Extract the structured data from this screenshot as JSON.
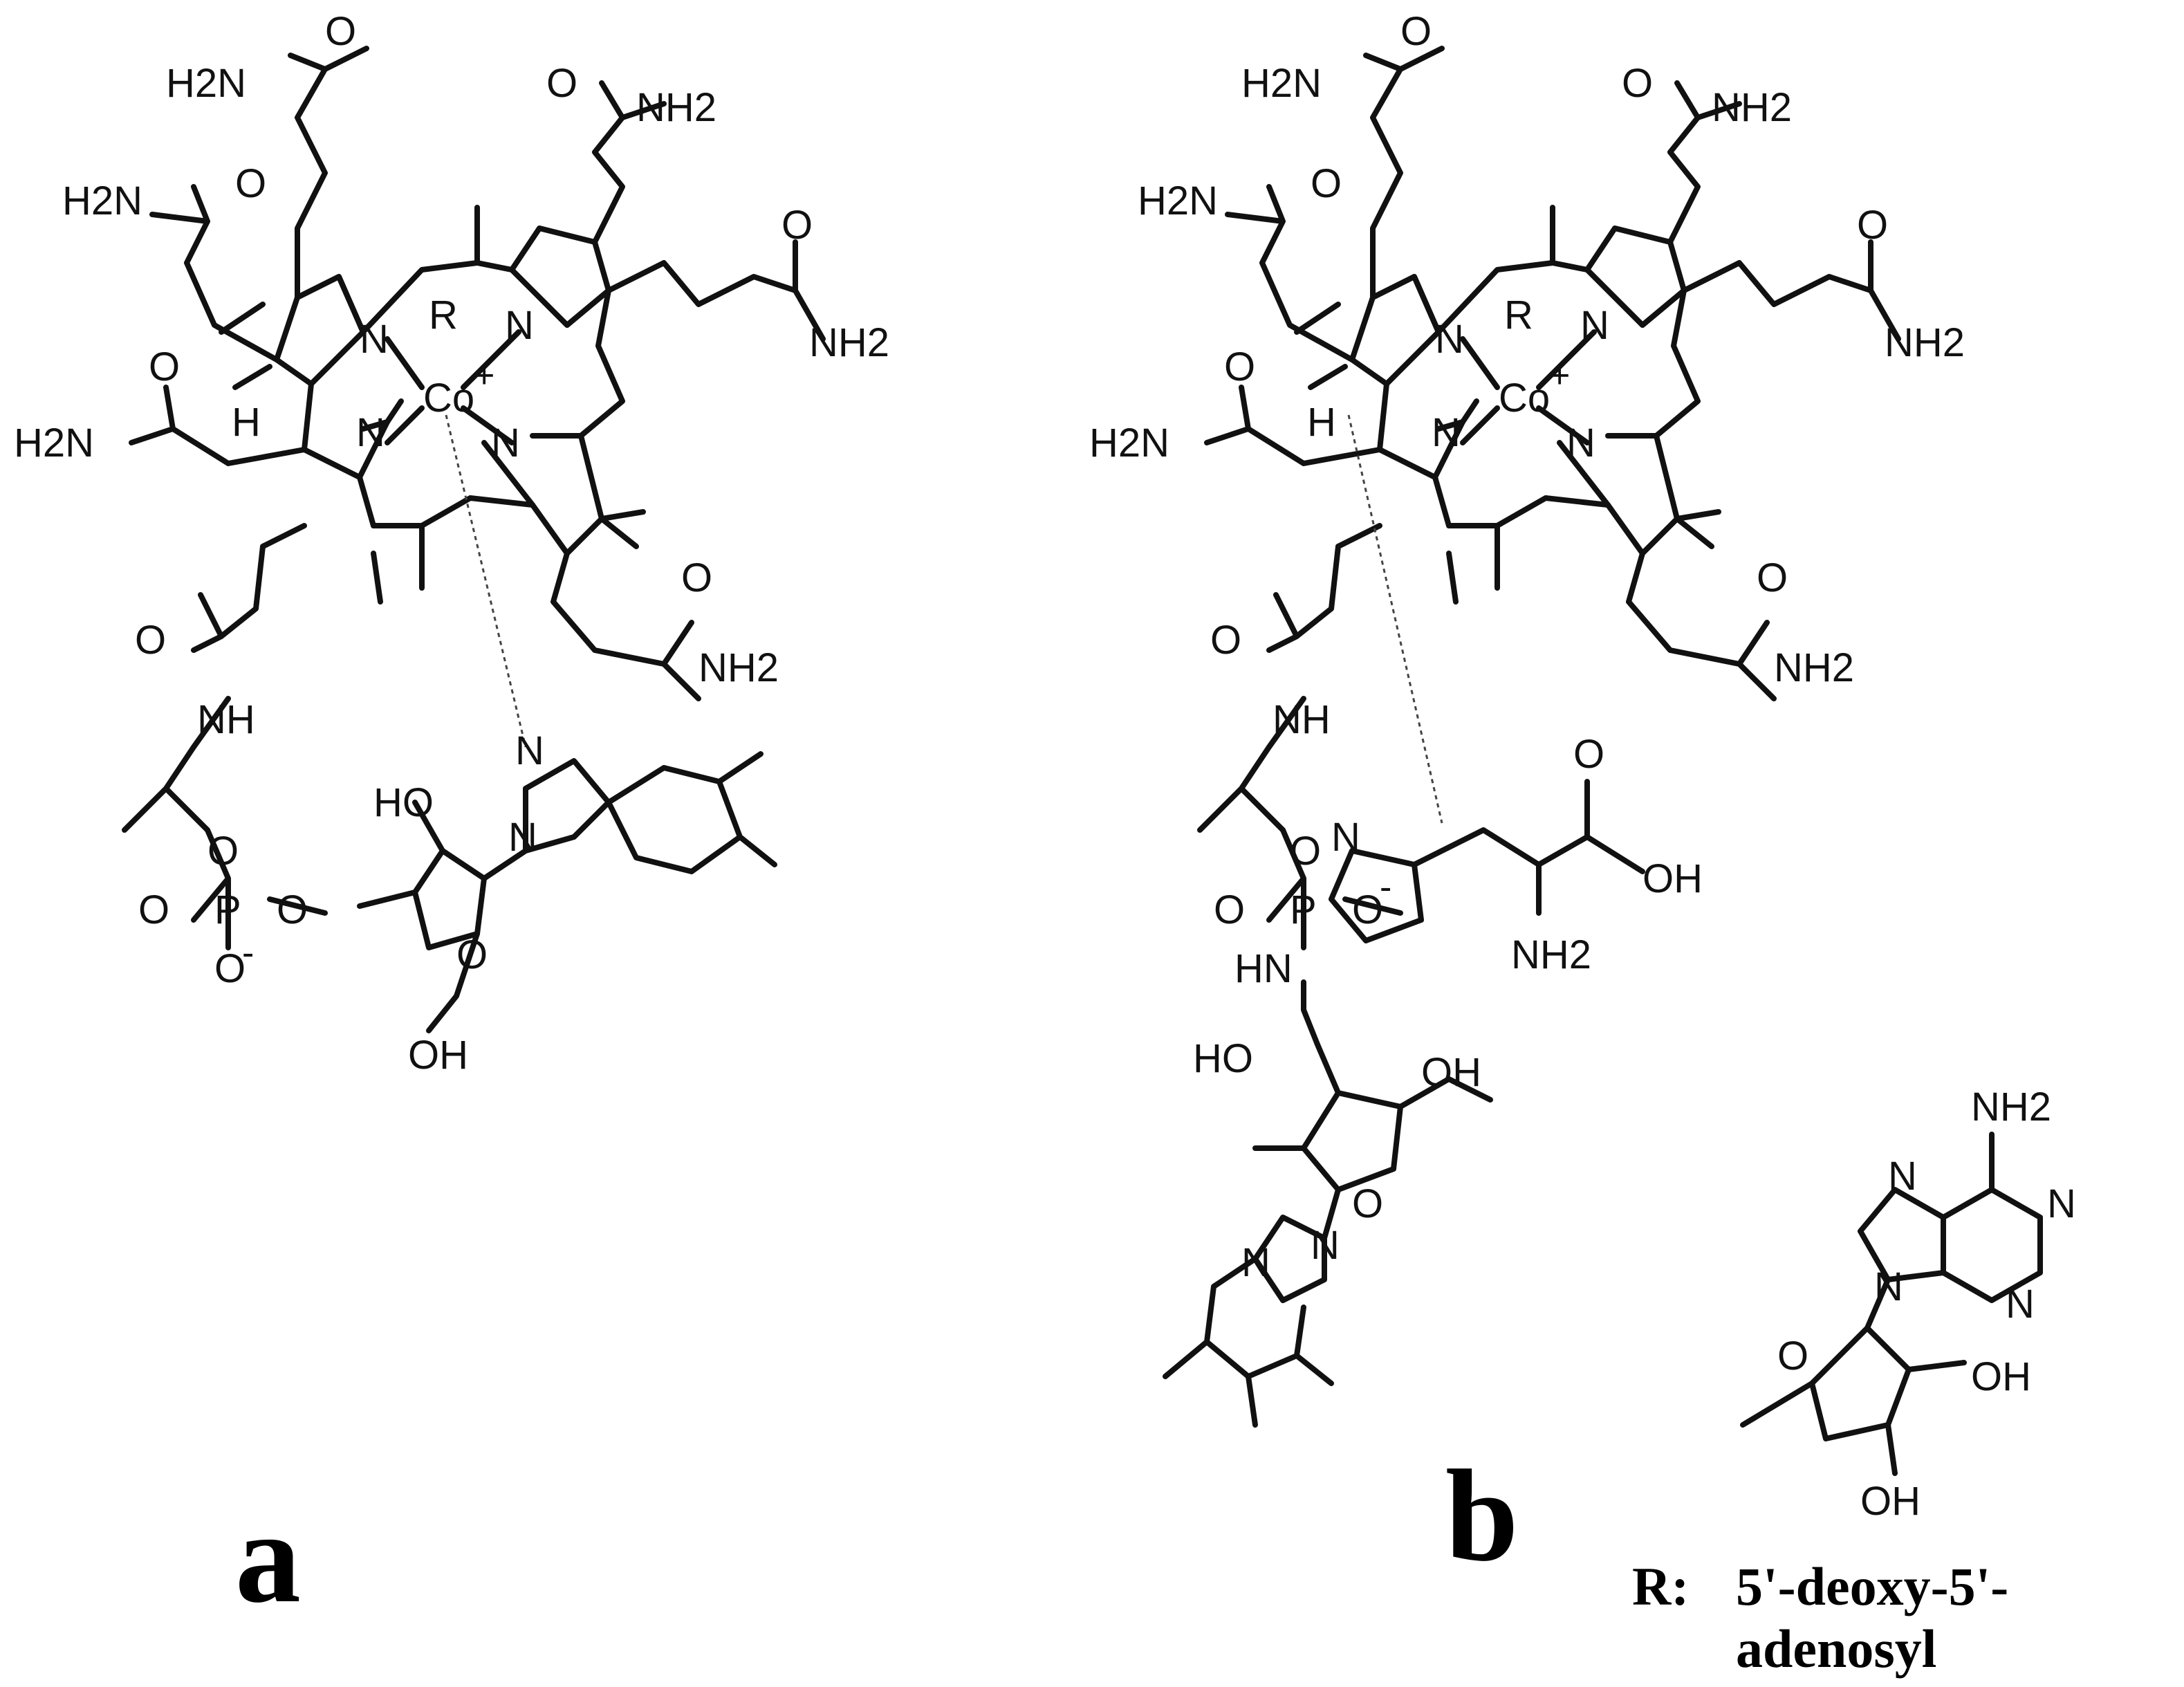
{
  "panels": [
    {
      "label": "a",
      "atoms": {
        "metal": "Co",
        "metal_charge": "+",
        "axial": "R",
        "ring_h": "H",
        "n_labels": [
          "N",
          "N",
          "N",
          "N",
          "N",
          "N"
        ],
        "amide_nh2": [
          "H2N",
          "NH2",
          "H2N",
          "NH2",
          "H2N",
          "NH2"
        ],
        "amide_o": [
          "O",
          "O",
          "O",
          "O",
          "O",
          "O",
          "O"
        ],
        "linker_nh": "NH",
        "phosphate": {
          "p": "P",
          "o_double": "O",
          "o_minus": "O",
          "o_ester1": "O",
          "o_ester2": "O",
          "charge": "-"
        },
        "sugar": {
          "ho": "HO",
          "ring_o": "O",
          "oh": "OH"
        }
      }
    },
    {
      "label": "b",
      "atoms": {
        "metal": "Co",
        "metal_charge": "+",
        "axial": "R",
        "ring_h": "H",
        "n_labels": [
          "N",
          "N",
          "N",
          "N",
          "N",
          "N"
        ],
        "amide_nh2": [
          "H2N",
          "NH2",
          "H2N",
          "NH2",
          "H2N",
          "NH2"
        ],
        "amide_o": [
          "O",
          "O",
          "O",
          "O",
          "O",
          "O",
          "O"
        ],
        "linker_nh": "NH",
        "phosphate": {
          "p": "P",
          "o_double": "O",
          "o_minus": "O",
          "o_ester": "O",
          "charge": "-"
        },
        "sugar": {
          "ho": "HO",
          "ring_o": "O",
          "oh": "OH"
        },
        "histidine": {
          "n": "N",
          "hn": "HN",
          "o": "O",
          "oh": "OH",
          "nh2": "NH2"
        }
      }
    }
  ],
  "r_group": {
    "prefix": "R:",
    "name_line1": "5'-deoxy-5'-",
    "name_line2": "adenosyl",
    "atoms": {
      "nh2": "NH2",
      "n": [
        "N",
        "N",
        "N",
        "N"
      ],
      "ring_o": "O",
      "oh": [
        "OH",
        "OH"
      ]
    }
  }
}
